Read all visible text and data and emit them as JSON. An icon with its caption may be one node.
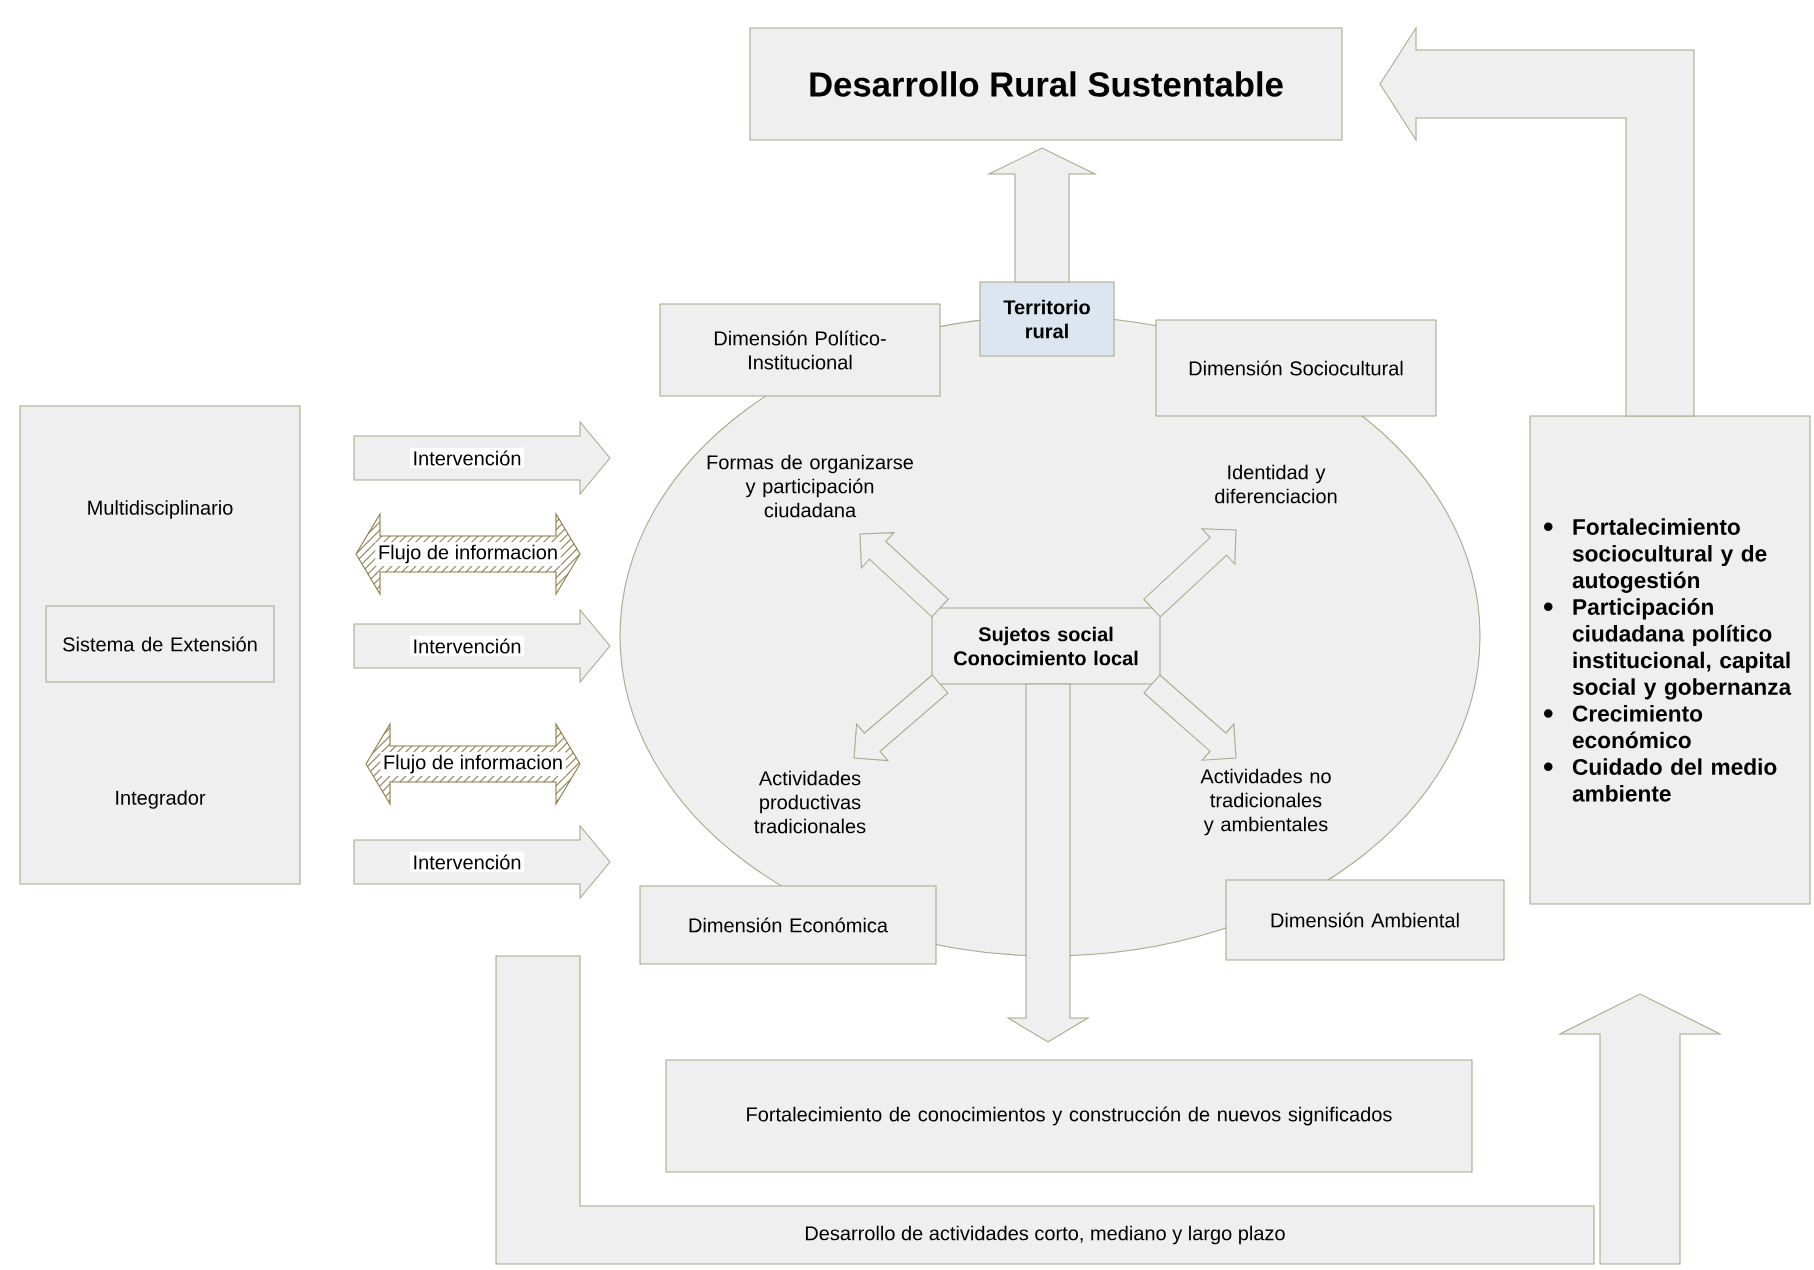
{
  "diagram": {
    "nodes": [
      {
        "text": [
          "Desarrollo Rural Sustentable"
        ]
      },
      {
        "text": [
          "Multidisciplinario",
          "Integrador"
        ]
      },
      {
        "text": [
          "Sistema de Extensión"
        ],
        "in": 1
      },
      {
        "text": [],
        "shape": "ellipse"
      },
      {
        "text": [
          "Territorio rural"
        ]
      },
      {
        "text": [
          "Dimensión Político-Institucional"
        ]
      },
      {
        "text": [
          "Dimensión Sociocultural"
        ]
      },
      {
        "text": [
          "Formas de organizarse y participación ciudadana"
        ],
        "in": 3
      },
      {
        "text": [
          "Identidad y diferenciacion"
        ],
        "in": 3
      },
      {
        "text": [
          "Sujetos social Conocimiento local"
        ],
        "in": 3
      },
      {
        "text": [
          "Actividades productivas tradicionales"
        ],
        "in": 3
      },
      {
        "text": [
          "Actividades no tradicionales y ambientales"
        ],
        "in": 3
      },
      {
        "text": [
          "Dimensión Económica"
        ]
      },
      {
        "text": [
          "Dimensión Ambiental"
        ]
      },
      {
        "text": [
          "Fortalecimiento sociocultural y de autogestión",
          "Participación ciudadana político institucional, capital social y gobernanza",
          "Crecimiento económico",
          "Cuidado del medio ambiente"
        ]
      },
      {
        "text": [
          "Fortalecimiento de conocimientos y construcción de nuevos significados"
        ]
      },
      {
        "text": [
          "Desarrollo de actividades corto, mediano y largo plazo"
        ]
      }
    ],
    "edges": [
      {
        "from": 1,
        "to": 3,
        "arrow": "to",
        "label": "Intervención"
      },
      {
        "from": 1,
        "to": 3,
        "arrow": "both",
        "label": "Flujo de informacion",
        "color": "#8b7b45"
      },
      {
        "from": 1,
        "to": 3,
        "arrow": "to",
        "label": "Intervención"
      },
      {
        "from": 1,
        "to": 3,
        "arrow": "both",
        "label": "Flujo de informacion",
        "color": "#8b7b45"
      },
      {
        "from": 1,
        "to": 3,
        "arrow": "to",
        "label": "Intervención"
      },
      {
        "from": 9,
        "to": 7,
        "arrow": "to"
      },
      {
        "from": 9,
        "to": 8,
        "arrow": "to"
      },
      {
        "from": 9,
        "to": 10,
        "arrow": "to"
      },
      {
        "from": 9,
        "to": 11,
        "arrow": "to"
      },
      {
        "from": 9,
        "to": 15,
        "arrow": "to"
      },
      {
        "from": 4,
        "to": 0,
        "arrow": "to"
      },
      {
        "from": 14,
        "to": 0,
        "arrow": "to"
      },
      {
        "from": 16,
        "to": 14,
        "arrow": "to"
      }
    ]
  }
}
